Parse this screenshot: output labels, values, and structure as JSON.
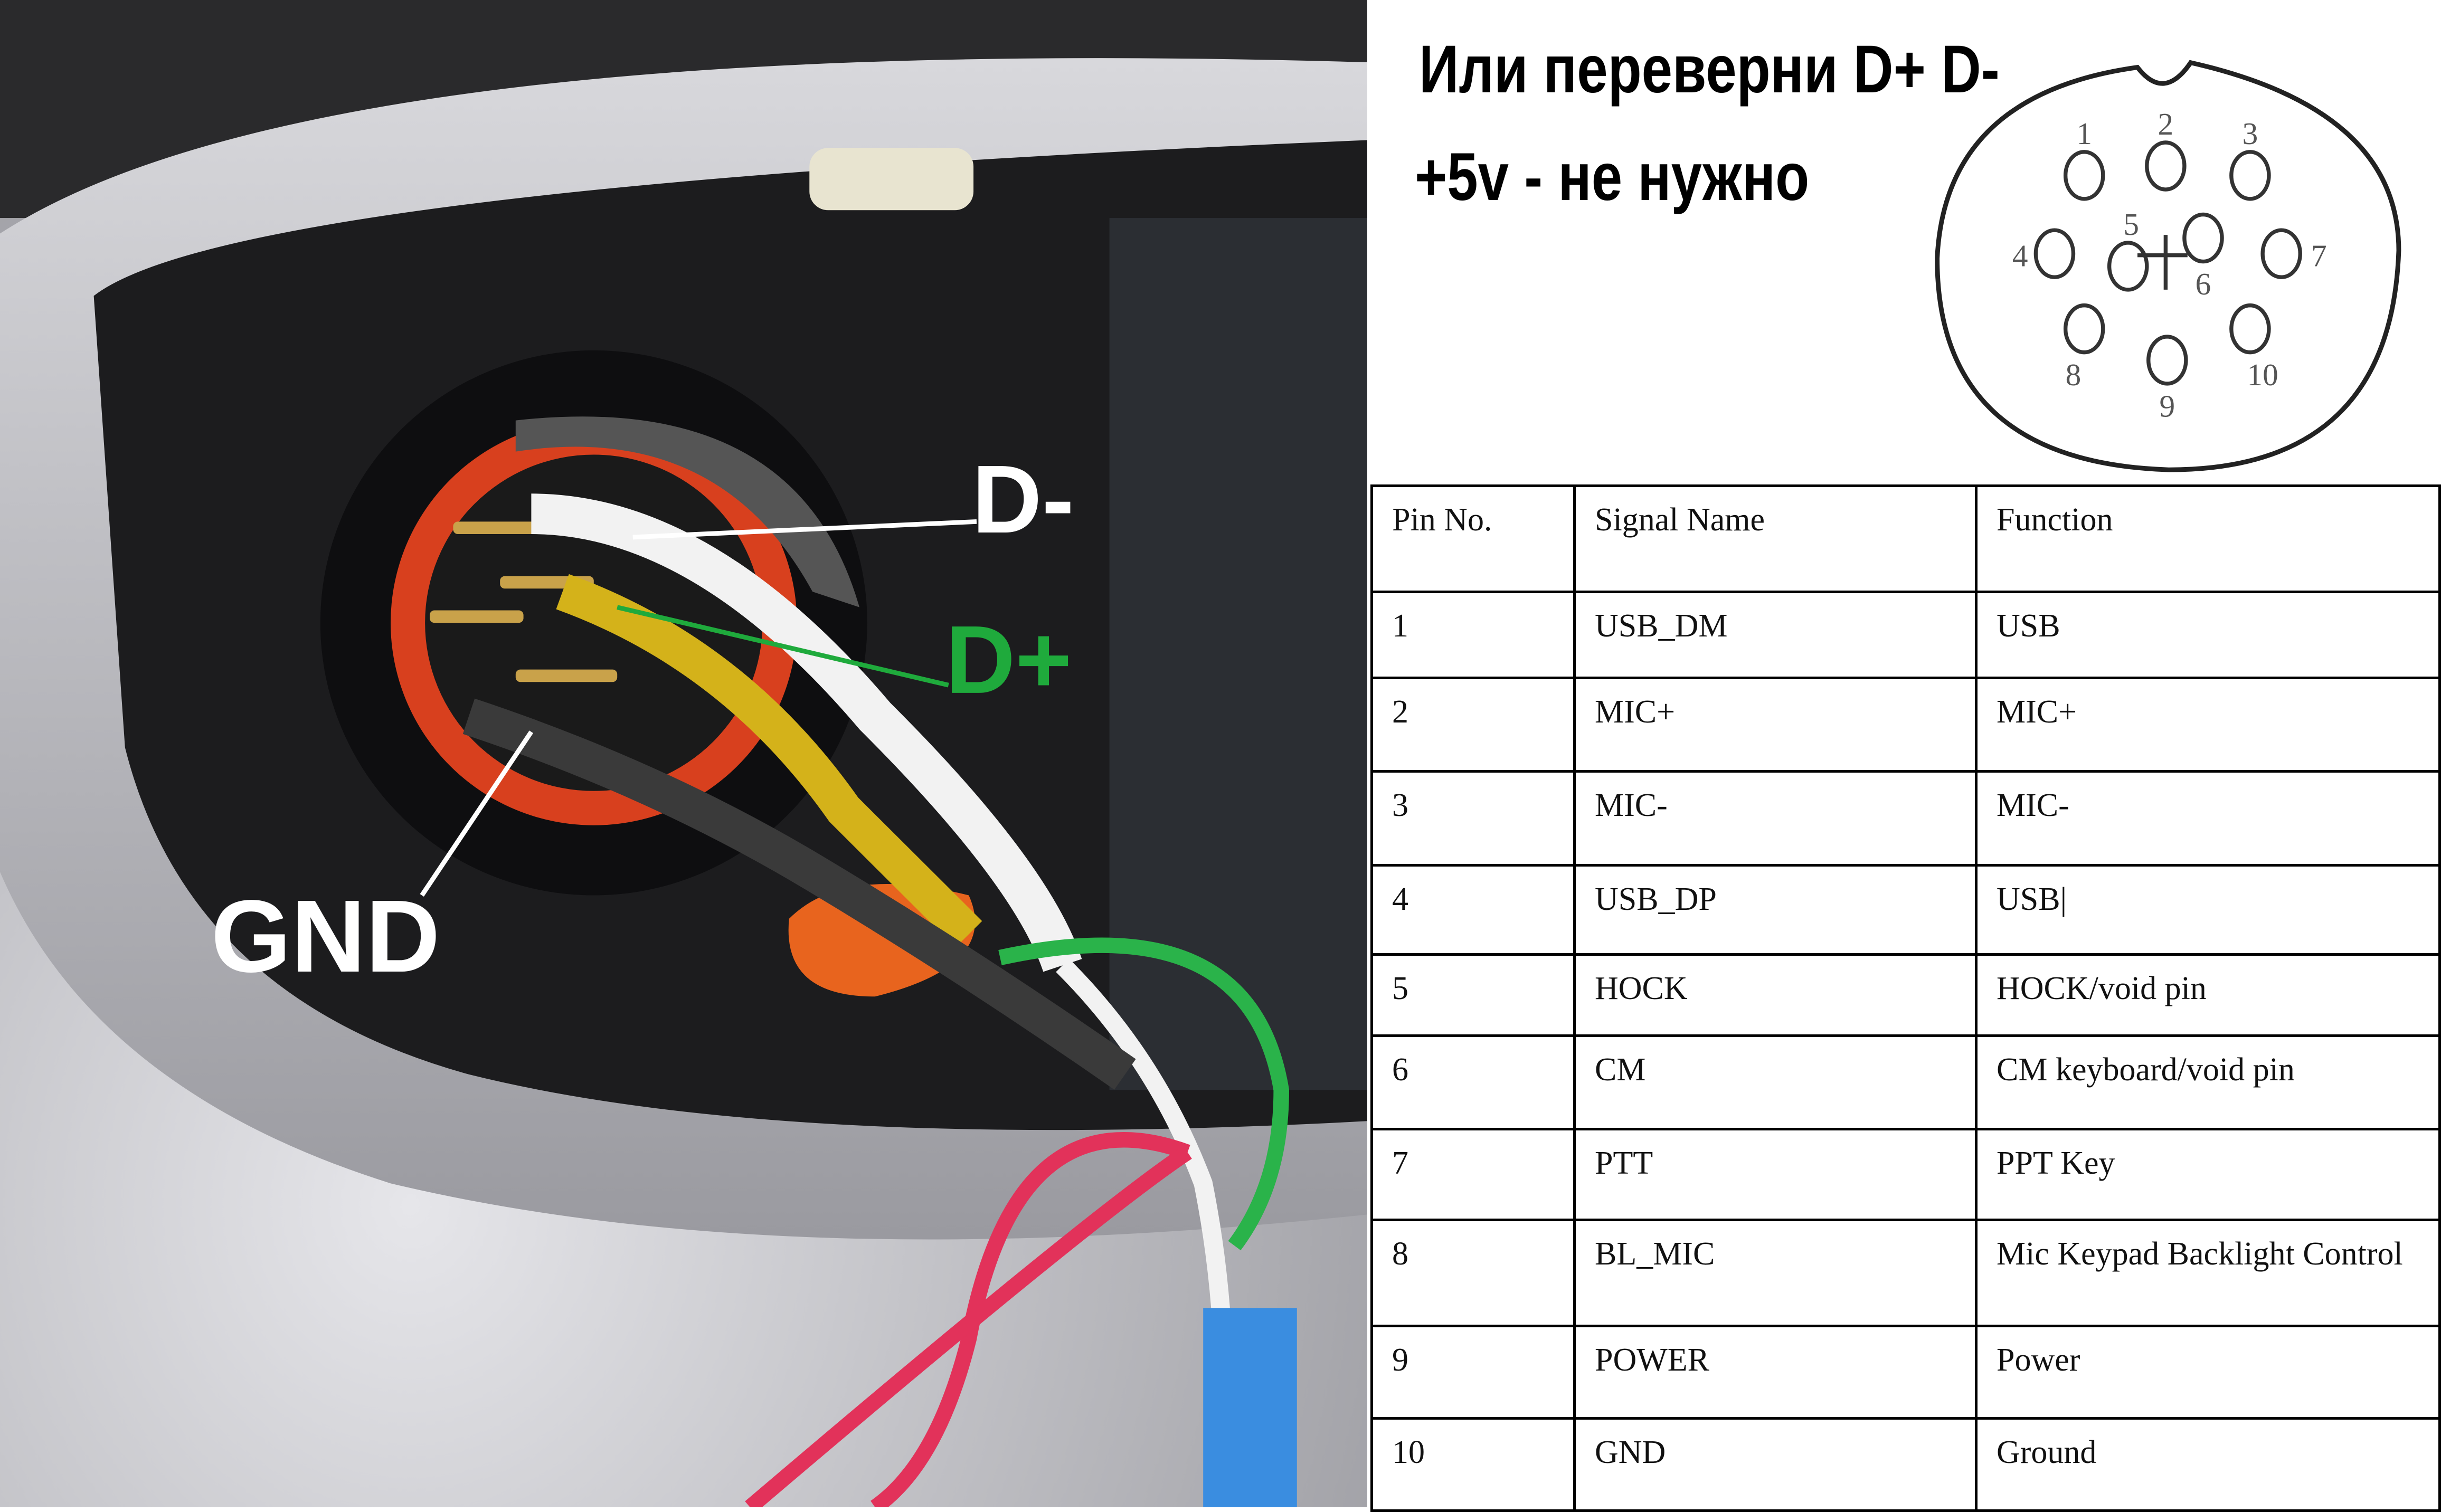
{
  "photo": {
    "labels": {
      "d_minus": "D-",
      "d_plus": "D+",
      "gnd": "GND"
    },
    "colors": {
      "d_minus": "#ffffff",
      "d_plus": "#1faa3c",
      "gnd": "#ffffff"
    }
  },
  "notes": {
    "line1": "Или переверни D+ D-",
    "line2": "+5v - не нужно"
  },
  "connector": {
    "pins": [
      "1",
      "2",
      "3",
      "4",
      "5",
      "6",
      "7",
      "8",
      "9",
      "10"
    ]
  },
  "table": {
    "headers": [
      "Pin No.",
      "Signal Name",
      "Function"
    ],
    "rows": [
      [
        "1",
        "USB_DM",
        "USB"
      ],
      [
        "2",
        "MIC+",
        "MIC+"
      ],
      [
        "3",
        "MIC-",
        "MIC-"
      ],
      [
        "4",
        "USB_DP",
        "USB|"
      ],
      [
        "5",
        "HOCK",
        "HOCK/void pin"
      ],
      [
        "6",
        "CM",
        "CM keyboard/void pin"
      ],
      [
        "7",
        "PTT",
        "PPT Key"
      ],
      [
        "8",
        "BL_MIC",
        "Mic Keypad Backlight Control"
      ],
      [
        "9",
        "POWER",
        "Power"
      ],
      [
        "10",
        "GND",
        "Ground"
      ]
    ]
  }
}
